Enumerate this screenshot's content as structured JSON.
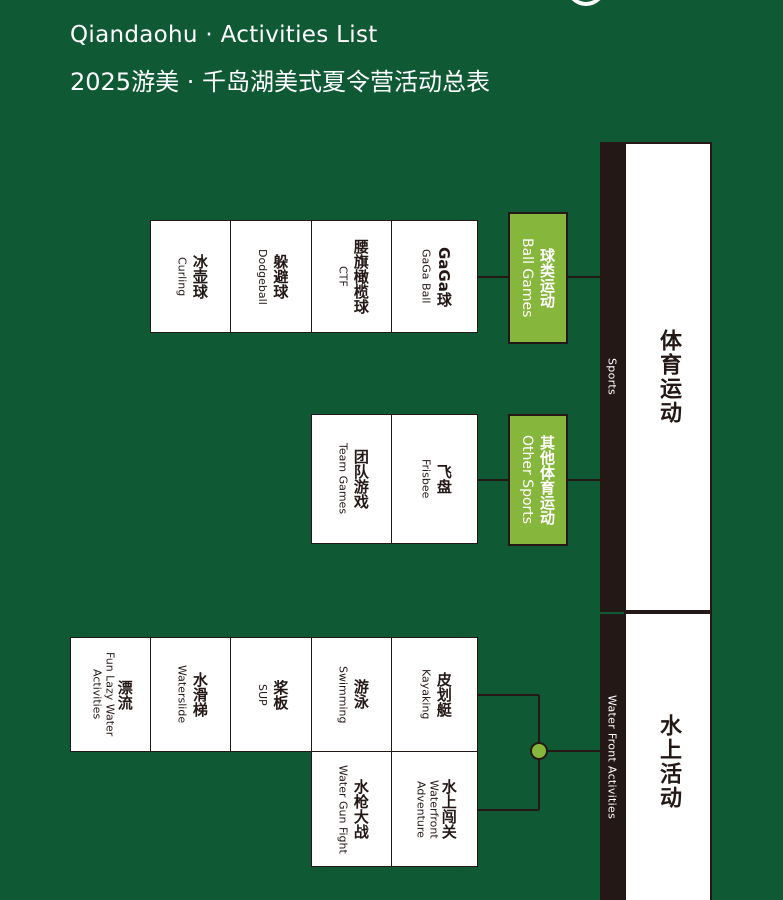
{
  "header": {
    "title_en": "Qiandaohu · Activities List",
    "title_cn": "2025游美 · 千岛湖美式夏令营活动总表"
  },
  "sports": {
    "bar_label": "Sports",
    "main_label": "体育运动",
    "ball_games": {
      "label_cn": "球类运动",
      "label_en": "Ball Games",
      "items": [
        {
          "cn": "GaGa球",
          "en": "GaGa Ball"
        },
        {
          "cn": "腰旗橄榄球",
          "en": "CTF"
        },
        {
          "cn": "躲避球",
          "en": "Dodgeball"
        },
        {
          "cn": "冰壶球",
          "en": "Curling"
        }
      ]
    },
    "other_sports": {
      "label_cn": "其他体育运动",
      "label_en": "Other Sports",
      "items": [
        {
          "cn": "飞盘",
          "en": "Frisbee"
        },
        {
          "cn": "团队游戏",
          "en": "Team Games"
        }
      ]
    }
  },
  "water": {
    "bar_label": "Water Front Activities",
    "main_label": "水上活动",
    "row1": [
      {
        "cn": "皮划艇",
        "en": "Kayaking"
      },
      {
        "cn": "游泳",
        "en": "Swimming"
      },
      {
        "cn": "桨板",
        "en": "SUP"
      },
      {
        "cn": "水滑梯",
        "en": "Waterslide"
      },
      {
        "cn": "漂流",
        "en": "Fun Lazy Water Activities"
      }
    ],
    "row2": [
      {
        "cn": "水上闯关",
        "en": "Waterfront Adventure"
      },
      {
        "cn": "水枪大战",
        "en": "Water Gun Fight"
      }
    ]
  },
  "colors": {
    "background": "#0f5a35",
    "accent_green": "#86b63c",
    "dark": "#231815",
    "white": "#ffffff"
  }
}
